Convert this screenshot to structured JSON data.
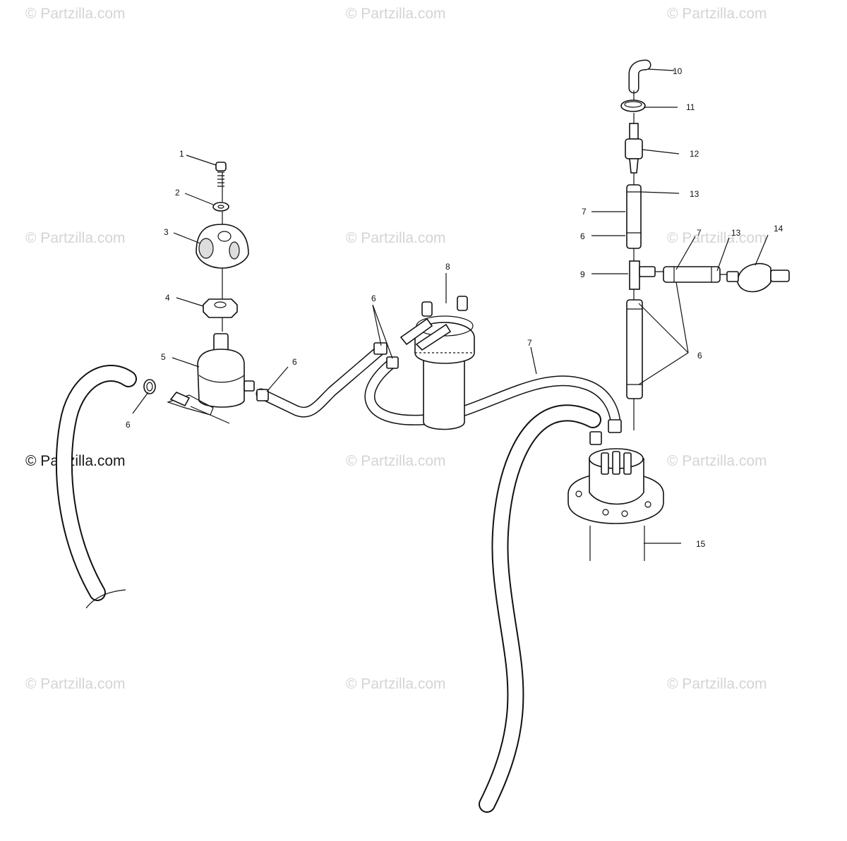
{
  "watermark": {
    "text": "© Partzilla.com",
    "color": "#d4d4d4"
  },
  "callouts": [
    {
      "id": "1",
      "text": "1"
    },
    {
      "id": "2",
      "text": "2"
    },
    {
      "id": "3",
      "text": "3"
    },
    {
      "id": "4",
      "text": "4"
    },
    {
      "id": "5",
      "text": "5"
    },
    {
      "id": "6a",
      "text": "6"
    },
    {
      "id": "6b",
      "text": "6"
    },
    {
      "id": "6c",
      "text": "6"
    },
    {
      "id": "6d",
      "text": "6"
    },
    {
      "id": "6e",
      "text": "6"
    },
    {
      "id": "7a",
      "text": "7"
    },
    {
      "id": "7b",
      "text": "7"
    },
    {
      "id": "7c",
      "text": "7"
    },
    {
      "id": "8",
      "text": "8"
    },
    {
      "id": "9",
      "text": "9"
    },
    {
      "id": "10",
      "text": "10"
    },
    {
      "id": "11",
      "text": "11"
    },
    {
      "id": "12",
      "text": "12"
    },
    {
      "id": "13a",
      "text": "13"
    },
    {
      "id": "13b",
      "text": "13"
    },
    {
      "id": "14",
      "text": "14"
    },
    {
      "id": "15",
      "text": "15"
    }
  ]
}
